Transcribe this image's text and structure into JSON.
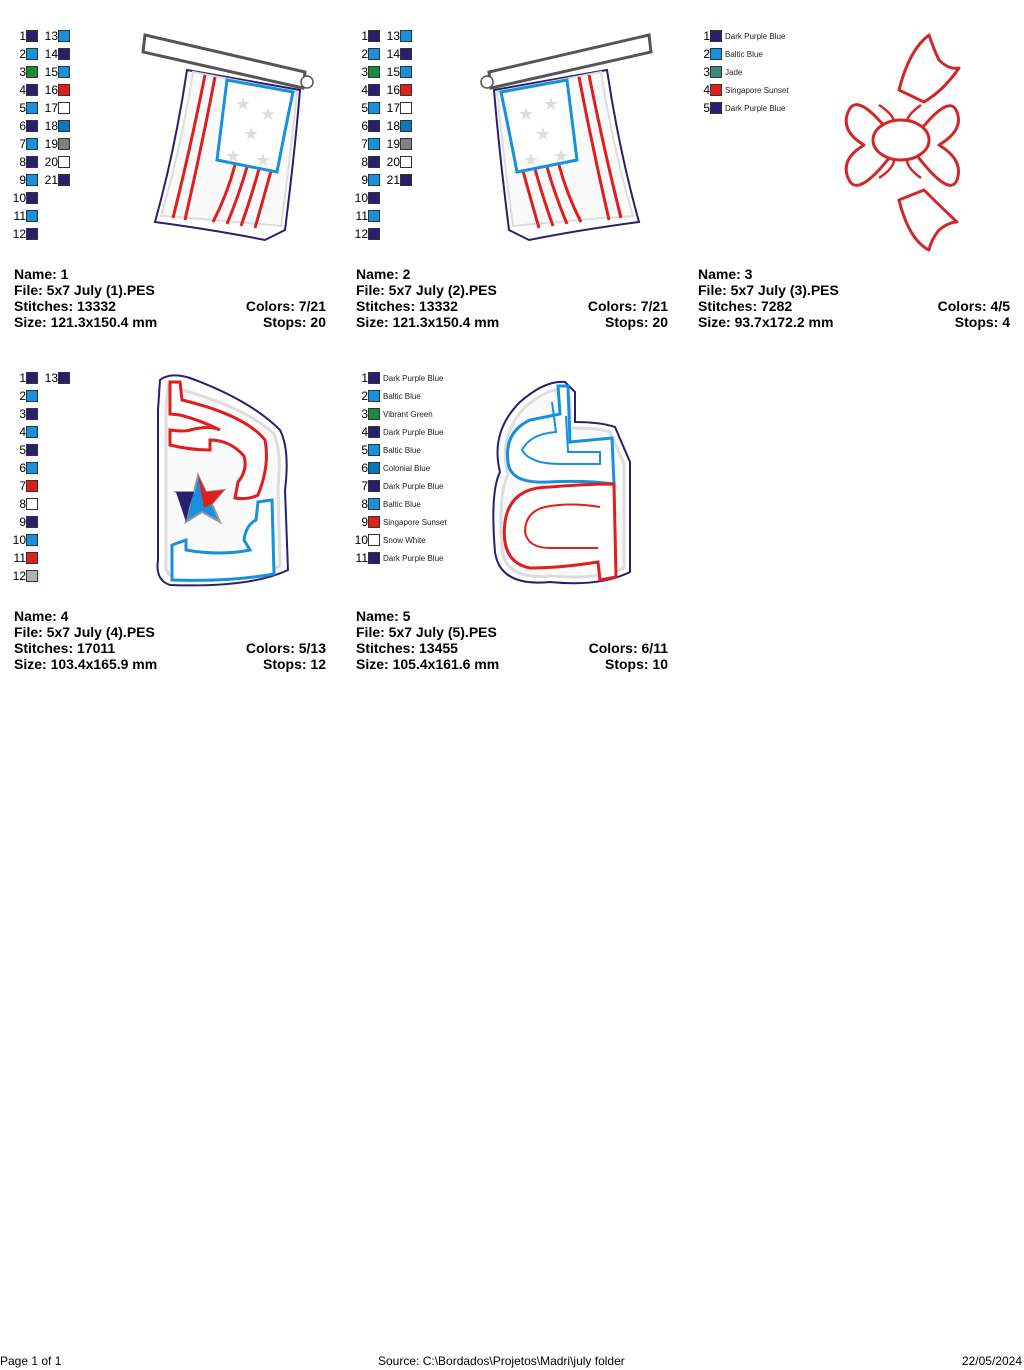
{
  "designs": [
    {
      "name_label": "Name: 1",
      "file_label": "File: 5x7 July (1).PES",
      "stitches_label": "Stitches: 13332",
      "colors_label": "Colors: 7/21",
      "size_label": "Size: 121.3x150.4 mm",
      "stops_label": "Stops: 20",
      "swatch_mode": "grid",
      "swatches": [
        {
          "n": "1",
          "color": "#2a1f6e"
        },
        {
          "n": "2",
          "color": "#1591dd"
        },
        {
          "n": "3",
          "color": "#1a8a3a"
        },
        {
          "n": "4",
          "color": "#2a1f6e"
        },
        {
          "n": "5",
          "color": "#1591dd"
        },
        {
          "n": "6",
          "color": "#2a1f6e"
        },
        {
          "n": "7",
          "color": "#1591dd"
        },
        {
          "n": "8",
          "color": "#2a1f6e"
        },
        {
          "n": "9",
          "color": "#1591dd"
        },
        {
          "n": "10",
          "color": "#2a1f6e"
        },
        {
          "n": "11",
          "color": "#1591dd"
        },
        {
          "n": "12",
          "color": "#2a1f6e"
        },
        {
          "n": "13",
          "color": "#1591dd"
        },
        {
          "n": "14",
          "color": "#2a1f6e"
        },
        {
          "n": "15",
          "color": "#1591dd"
        },
        {
          "n": "16",
          "color": "#e01e1e"
        },
        {
          "n": "17",
          "color": "#ffffff"
        },
        {
          "n": "18",
          "color": "#0a78c0"
        },
        {
          "n": "19",
          "color": "#808080"
        },
        {
          "n": "20",
          "color": "#ffffff"
        },
        {
          "n": "21",
          "color": "#2a1f6e"
        }
      ],
      "art": "flag-right"
    },
    {
      "name_label": "Name: 2",
      "file_label": "File: 5x7 July (2).PES",
      "stitches_label": "Stitches: 13332",
      "colors_label": "Colors: 7/21",
      "size_label": "Size: 121.3x150.4 mm",
      "stops_label": "Stops: 20",
      "swatch_mode": "grid",
      "swatches": [
        {
          "n": "1",
          "color": "#2a1f6e"
        },
        {
          "n": "2",
          "color": "#1591dd"
        },
        {
          "n": "3",
          "color": "#1a8a3a"
        },
        {
          "n": "4",
          "color": "#2a1f6e"
        },
        {
          "n": "5",
          "color": "#1591dd"
        },
        {
          "n": "6",
          "color": "#2a1f6e"
        },
        {
          "n": "7",
          "color": "#1591dd"
        },
        {
          "n": "8",
          "color": "#2a1f6e"
        },
        {
          "n": "9",
          "color": "#1591dd"
        },
        {
          "n": "10",
          "color": "#2a1f6e"
        },
        {
          "n": "11",
          "color": "#1591dd"
        },
        {
          "n": "12",
          "color": "#2a1f6e"
        },
        {
          "n": "13",
          "color": "#1591dd"
        },
        {
          "n": "14",
          "color": "#2a1f6e"
        },
        {
          "n": "15",
          "color": "#1591dd"
        },
        {
          "n": "16",
          "color": "#e01e1e"
        },
        {
          "n": "17",
          "color": "#ffffff"
        },
        {
          "n": "18",
          "color": "#0a78c0"
        },
        {
          "n": "19",
          "color": "#808080"
        },
        {
          "n": "20",
          "color": "#ffffff"
        },
        {
          "n": "21",
          "color": "#2a1f6e"
        }
      ],
      "art": "flag-left"
    },
    {
      "name_label": "Name: 3",
      "file_label": "File: 5x7 July (3).PES",
      "stitches_label": "Stitches: 7282",
      "colors_label": "Colors: 4/5",
      "size_label": "Size: 93.7x172.2 mm",
      "stops_label": "Stops: 4",
      "swatch_mode": "named",
      "swatches": [
        {
          "n": "1",
          "color": "#2a1f6e",
          "name": "Dark Purple Blue"
        },
        {
          "n": "2",
          "color": "#1591dd",
          "name": "Baltic Blue"
        },
        {
          "n": "3",
          "color": "#3a8f7a",
          "name": "Jade"
        },
        {
          "n": "4",
          "color": "#e01e1e",
          "name": "Singapore Sunset"
        },
        {
          "n": "5",
          "color": "#2a1f6e",
          "name": "Dark Purple Blue"
        }
      ],
      "art": "bow"
    },
    {
      "name_label": "Name: 4",
      "file_label": "File: 5x7 July (4).PES",
      "stitches_label": "Stitches: 17011",
      "colors_label": "Colors: 5/13",
      "size_label": "Size: 103.4x165.9 mm",
      "stops_label": "Stops: 12",
      "swatch_mode": "grid",
      "swatches": [
        {
          "n": "1",
          "color": "#2a1f6e"
        },
        {
          "n": "2",
          "color": "#1591dd"
        },
        {
          "n": "3",
          "color": "#2a1f6e"
        },
        {
          "n": "4",
          "color": "#1591dd"
        },
        {
          "n": "5",
          "color": "#2a1f6e"
        },
        {
          "n": "6",
          "color": "#1591dd"
        },
        {
          "n": "7",
          "color": "#e01e1e"
        },
        {
          "n": "8",
          "color": "#ffffff"
        },
        {
          "n": "9",
          "color": "#2a1f6e"
        },
        {
          "n": "10",
          "color": "#1591dd"
        },
        {
          "n": "11",
          "color": "#e01e1e"
        },
        {
          "n": "12",
          "color": "#a8b4bc"
        },
        {
          "n": "13",
          "color": "#2a1f6e"
        }
      ],
      "art": "letters-ju"
    },
    {
      "name_label": "Name: 5",
      "file_label": "File: 5x7 July (5).PES",
      "stitches_label": "Stitches: 13455",
      "colors_label": "Colors: 6/11",
      "size_label": "Size: 105.4x161.6 mm",
      "stops_label": "Stops: 10",
      "swatch_mode": "named",
      "swatches": [
        {
          "n": "1",
          "color": "#2a1f6e",
          "name": "Dark Purple Blue"
        },
        {
          "n": "2",
          "color": "#1591dd",
          "name": "Baltic Blue"
        },
        {
          "n": "3",
          "color": "#1a8a3a",
          "name": "Vibrant Green"
        },
        {
          "n": "4",
          "color": "#2a1f6e",
          "name": "Dark Purple Blue"
        },
        {
          "n": "5",
          "color": "#1591dd",
          "name": "Baltic Blue"
        },
        {
          "n": "6",
          "color": "#0a78c0",
          "name": "Colonial Blue"
        },
        {
          "n": "7",
          "color": "#2a1f6e",
          "name": "Dark Purple Blue"
        },
        {
          "n": "8",
          "color": "#1591dd",
          "name": "Baltic Blue"
        },
        {
          "n": "9",
          "color": "#e01e1e",
          "name": "Singapore Sunset"
        },
        {
          "n": "10",
          "color": "#ffffff",
          "name": "Snow White"
        },
        {
          "n": "11",
          "color": "#2a1f6e",
          "name": "Dark Purple Blue"
        }
      ],
      "art": "letters-ul"
    }
  ],
  "footer": {
    "page": "Page 1 of 1",
    "source": "Source: C:\\Bordados\\Projetos\\Madri\\july folder",
    "date": "22/05/2024"
  }
}
